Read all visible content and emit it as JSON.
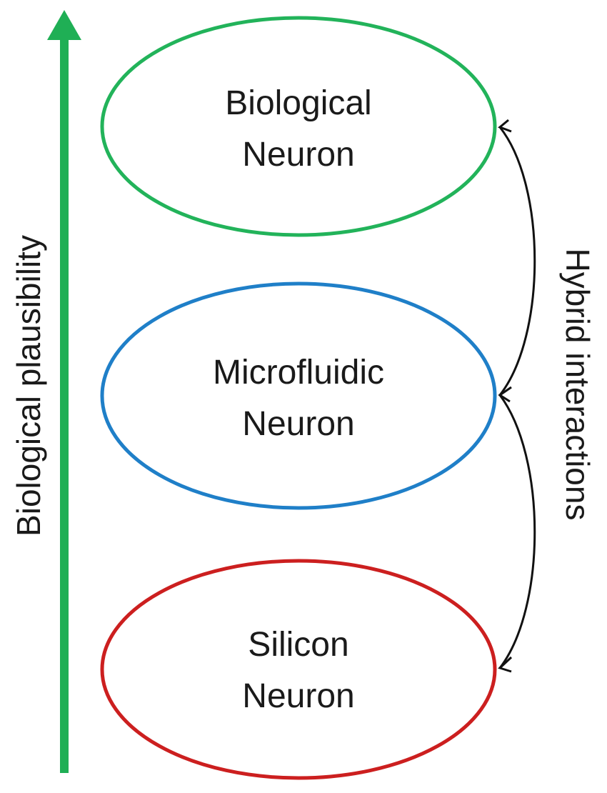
{
  "diagram": {
    "vertical_axis_label": "Biological plausibility",
    "hybrid_label": "Hybrid interactions",
    "nodes": [
      {
        "line1": "Biological",
        "line2": "Neuron",
        "color": "#22b35a"
      },
      {
        "line1": "Microfluidic",
        "line2": "Neuron",
        "color": "#1f7fc8"
      },
      {
        "line1": "Silicon",
        "line2": "Neuron",
        "color": "#cc1f1f"
      }
    ],
    "arrow_color": "#1faf55",
    "connector_color": "#111111"
  }
}
